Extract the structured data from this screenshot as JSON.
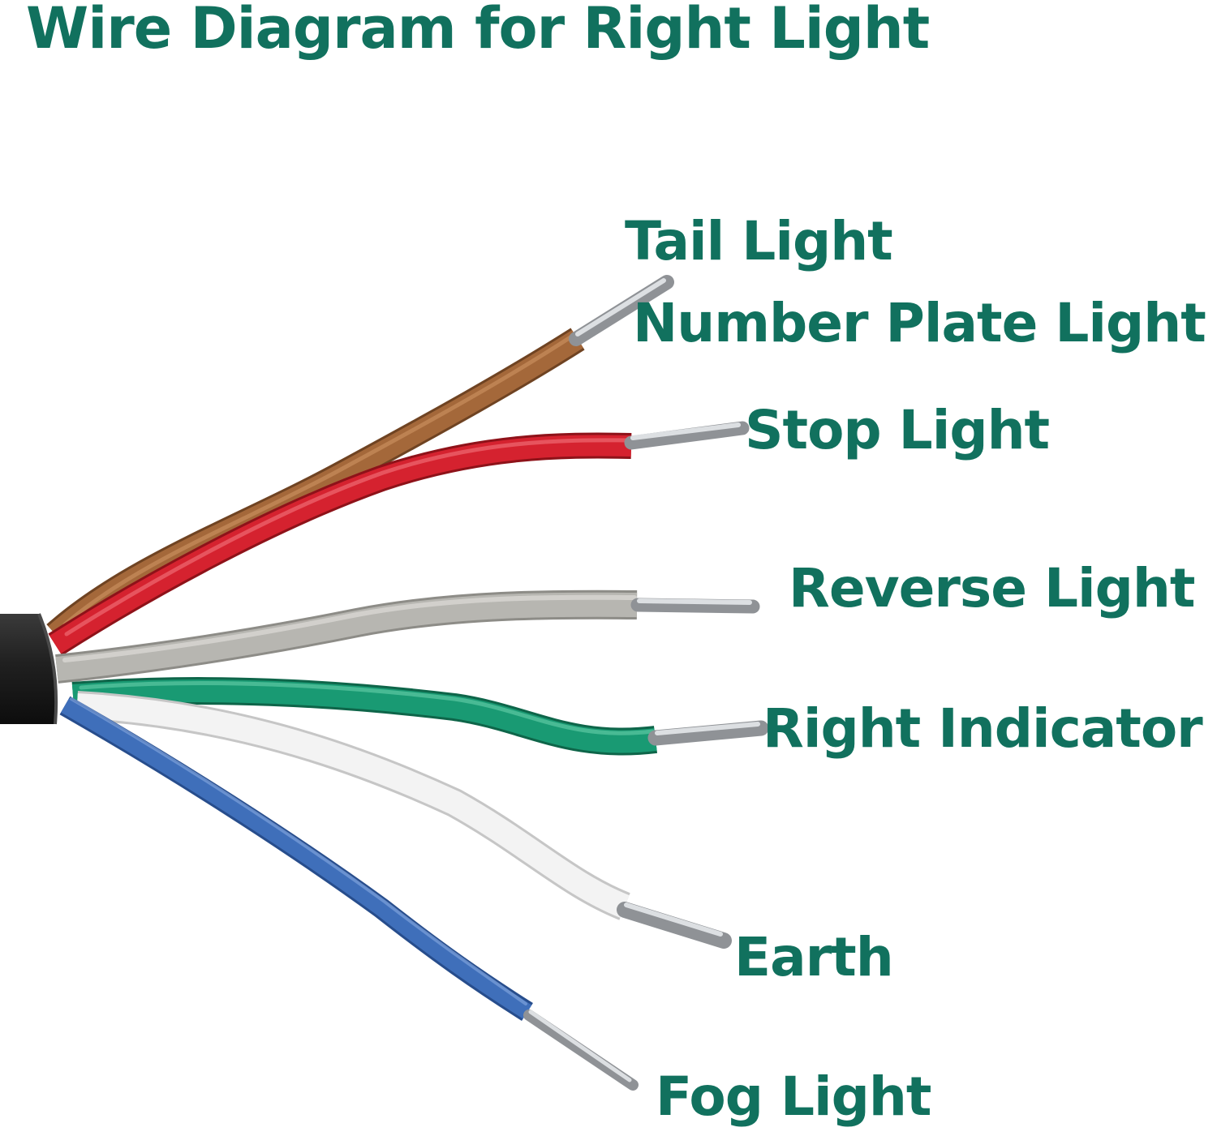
{
  "title": "Wire Diagram for Right Light",
  "colors": {
    "text": "#11715e",
    "sheath": "#1b1b1b",
    "strand": "#b9bcbf"
  },
  "wires": [
    {
      "id": "brown",
      "color": "#a4683a",
      "labels": [
        "Tail Light",
        "Number Plate Light"
      ]
    },
    {
      "id": "red",
      "color": "#d5222f",
      "labels": [
        "Stop Light"
      ]
    },
    {
      "id": "grey",
      "color": "#b7b6b1",
      "labels": [
        "Reverse Light"
      ]
    },
    {
      "id": "green",
      "color": "#199a73",
      "labels": [
        "Right Indicator"
      ]
    },
    {
      "id": "white",
      "color": "#f3f3f3",
      "labels": [
        "Earth"
      ]
    },
    {
      "id": "blue",
      "color": "#3f6fba",
      "labels": [
        "Fog Light"
      ]
    }
  ]
}
